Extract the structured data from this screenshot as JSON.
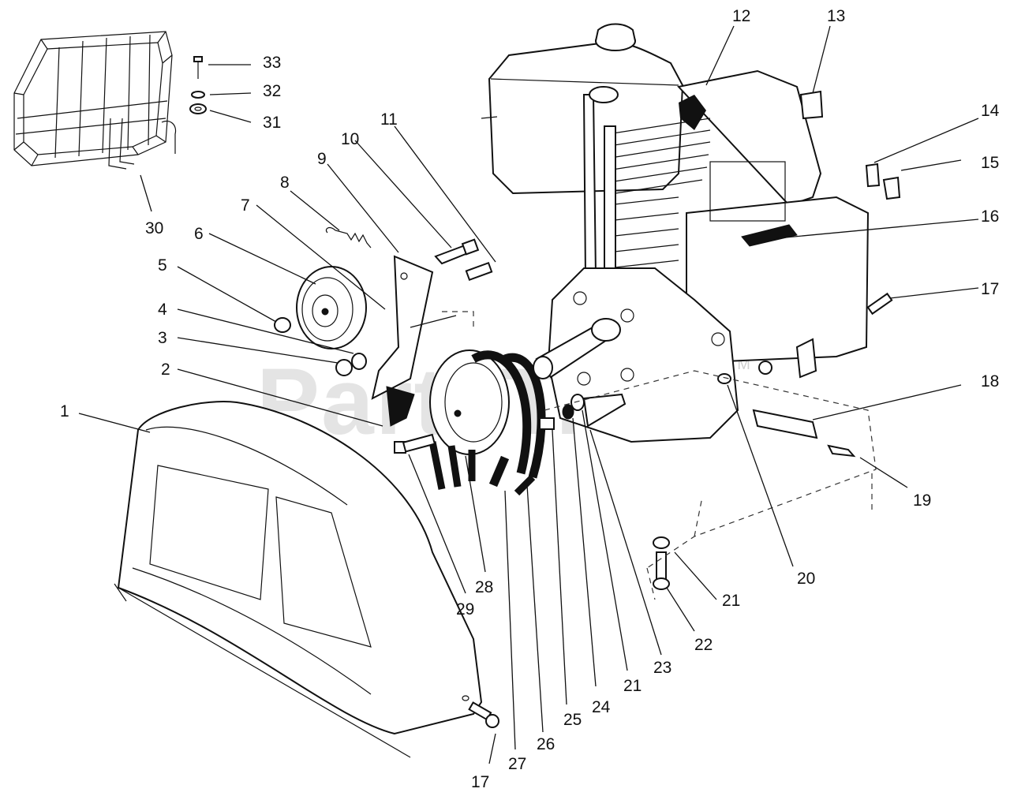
{
  "watermark": {
    "text": "PartsTree",
    "trademark": "TM"
  },
  "callouts": [
    "1",
    "2",
    "3",
    "4",
    "5",
    "6",
    "7",
    "8",
    "9",
    "10",
    "11",
    "12",
    "13",
    "14",
    "15",
    "16",
    "17",
    "17",
    "18",
    "19",
    "20",
    "21",
    "21",
    "22",
    "23",
    "24",
    "25",
    "26",
    "27",
    "28",
    "29",
    "30",
    "31",
    "32",
    "33"
  ]
}
